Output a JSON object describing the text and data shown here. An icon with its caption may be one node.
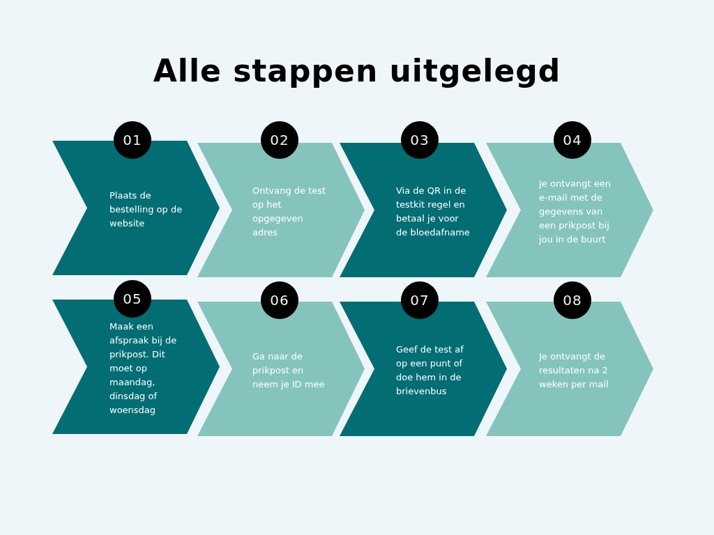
{
  "diagram": {
    "title": "Alle stappen uitgelegd",
    "nodes": [
      {
        "text": [
          "01"
        ]
      },
      {
        "text": [
          "Plaats de bestelling op de website"
        ]
      },
      {
        "text": [
          "02"
        ]
      },
      {
        "text": [
          "Ontvang de test op het opgegeven adres"
        ]
      },
      {
        "text": [
          "03"
        ]
      },
      {
        "text": [
          "Via de QR in de testkit regel en betaal je voor de bloedafname"
        ]
      },
      {
        "text": [
          "04"
        ]
      },
      {
        "text": [
          "Je ontvangt een e-mail met de gegevens van een prikpost bij jou in de buurt"
        ]
      },
      {
        "text": [
          "05"
        ]
      },
      {
        "text": [
          "Maak een afspraak bij de prikpost. Dit moet op maandag, dinsdag of woensdag"
        ]
      },
      {
        "text": [
          "06"
        ]
      },
      {
        "text": [
          "Ga naar de prikpost en neem je ID mee"
        ]
      },
      {
        "text": [
          "07"
        ]
      },
      {
        "text": [
          "Geef de test af op een punt of doe hem in de brievenbus"
        ]
      },
      {
        "text": [
          "08"
        ]
      },
      {
        "text": [
          "Je ontvangt de resultaten na 2 weken per mail"
        ]
      }
    ]
  }
}
